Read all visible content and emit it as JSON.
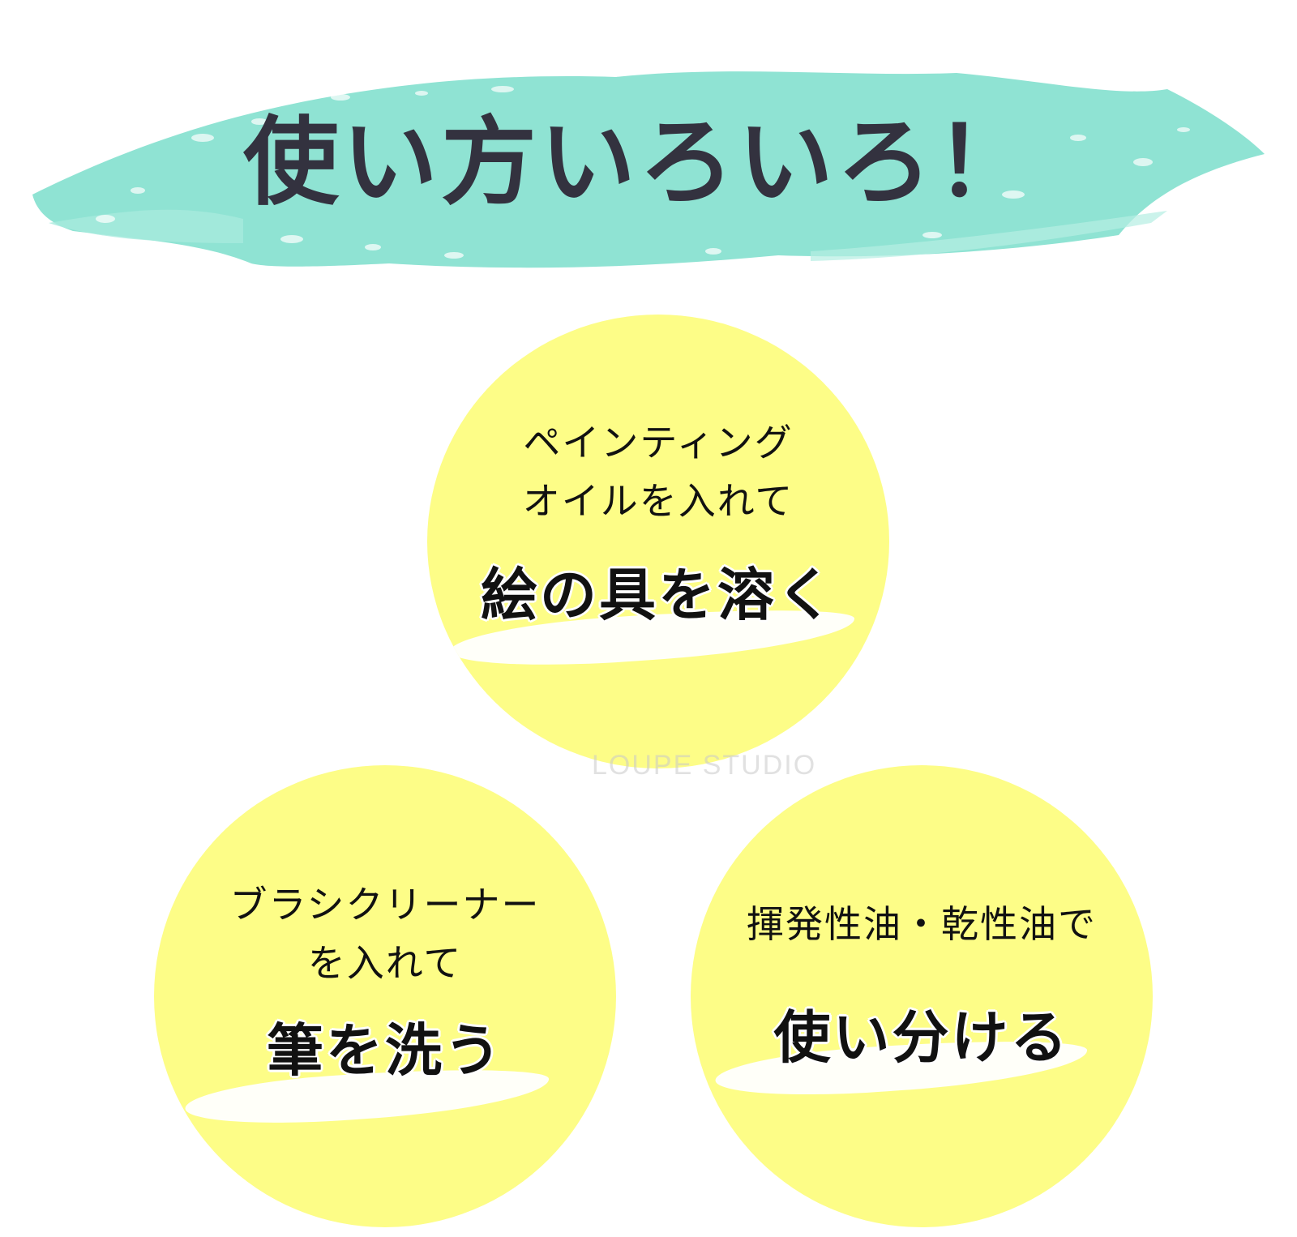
{
  "banner": {
    "title": "使い方いろいろ！",
    "brush_color": "#8fe3d3",
    "title_color": "#33323f"
  },
  "circles": [
    {
      "position": "top-center",
      "sub_lines": [
        "ペインティング",
        "オイルを入れて"
      ],
      "main": "絵の具を溶く"
    },
    {
      "position": "bottom-left",
      "sub_lines": [
        "ブラシクリーナー",
        "を入れて"
      ],
      "main": "筆を洗う"
    },
    {
      "position": "bottom-right",
      "sub_lines": [
        "揮発性油・乾性油で"
      ],
      "main": "使い分ける"
    }
  ],
  "circle_color": "#fdfd87",
  "watermark": "LOUPE STUDIO"
}
